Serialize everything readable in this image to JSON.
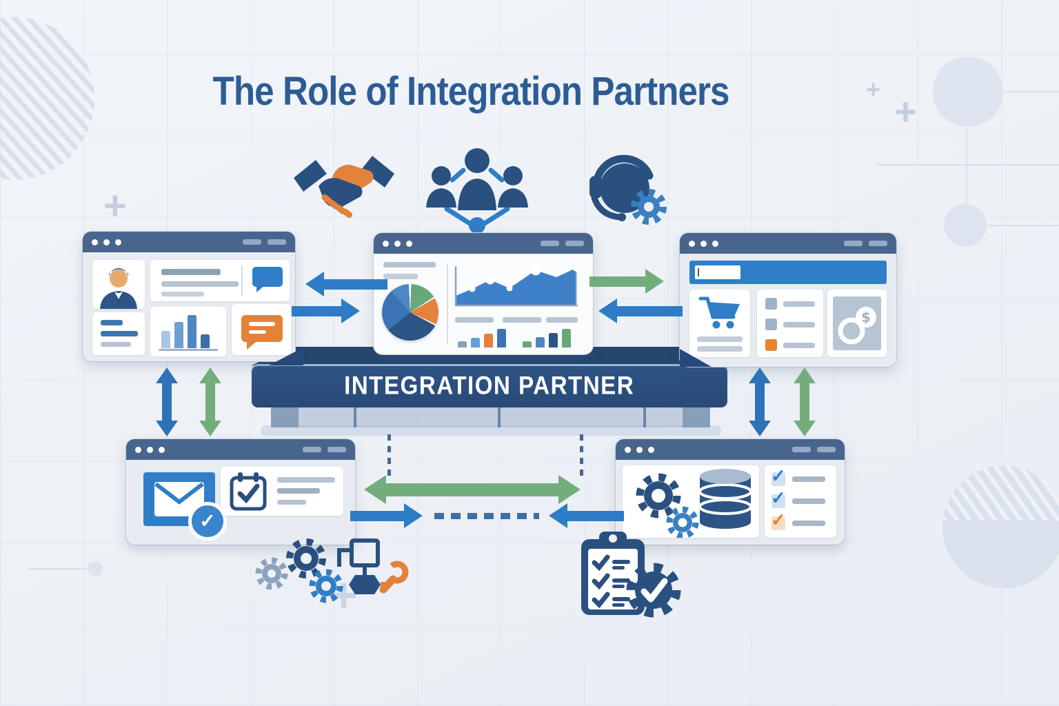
{
  "title": {
    "text": "The Role of Integration Partners"
  },
  "platform": {
    "label": "INTEGRATION PARTNER"
  },
  "glyphs": {
    "check": "✓",
    "dollar": "$"
  },
  "palette": {
    "background": "#edf1f6",
    "title_text": "#2d5c94",
    "navy": "#2a5080",
    "accent_blue": "#2f7ec7",
    "arrow_blue": "#2e7cc5",
    "arrow_green": "#74ad7c",
    "orange": "#e2823b",
    "window_header": "#48658d",
    "window_body": "#e8ecf2"
  },
  "top_icons": [
    {
      "name": "handshake-icon"
    },
    {
      "name": "team-network-icon"
    },
    {
      "name": "support-gear-icon"
    }
  ],
  "windows": [
    {
      "name": "crm-profile-window"
    },
    {
      "name": "analytics-window"
    },
    {
      "name": "ecommerce-window"
    },
    {
      "name": "email-calendar-window"
    },
    {
      "name": "data-process-window"
    }
  ],
  "charts": {
    "crm_bars": [
      {
        "h": 25,
        "c": "#a9c7e4"
      },
      {
        "h": 38,
        "c": "#6f9fd0"
      },
      {
        "h": 48,
        "c": "#4f86c2"
      },
      {
        "h": 20,
        "c": "#3c6ea8"
      }
    ],
    "pie_slices": [
      {
        "color": "#ffffff",
        "from": 0,
        "to": 2
      },
      {
        "color": "#68a878",
        "from": 2,
        "to": 57
      },
      {
        "color": "#ffffff",
        "from": 57,
        "to": 60
      },
      {
        "color": "#e2823b",
        "from": 60,
        "to": 115
      },
      {
        "color": "#ffffff",
        "from": 115,
        "to": 118
      },
      {
        "color": "#2c5585",
        "from": 118,
        "to": 231
      },
      {
        "color": "#3a74b4",
        "from": 231,
        "to": 318
      },
      {
        "color": "#4e87c5",
        "from": 318,
        "to": 357
      },
      {
        "color": "#ffffff",
        "from": 357,
        "to": 360
      }
    ],
    "mini_bars_left": [
      {
        "h": 9,
        "c": "#8aa0b6"
      },
      {
        "h": 14,
        "c": "#63a0d8"
      },
      {
        "h": 20,
        "c": "#e2823b"
      },
      {
        "h": 27,
        "c": "#3a74b4"
      }
    ],
    "mini_bars_right": [
      {
        "h": 9,
        "c": "#68a878"
      },
      {
        "h": 15,
        "c": "#4f86c2"
      },
      {
        "h": 21,
        "c": "#2c5585"
      },
      {
        "h": 27,
        "c": "#68a878"
      }
    ]
  },
  "ecommerce_list": [
    {
      "box": "#9db3c8"
    },
    {
      "box": "#9db3c8"
    },
    {
      "box": "#e8842e"
    }
  ],
  "checklist": [
    {
      "box": "#cfe0f2",
      "check": "#2f7ec7"
    },
    {
      "box": "#cfe0f2",
      "check": "#2f7ec7"
    },
    {
      "box": "#f7ddc2",
      "check": "#e2823b"
    }
  ]
}
